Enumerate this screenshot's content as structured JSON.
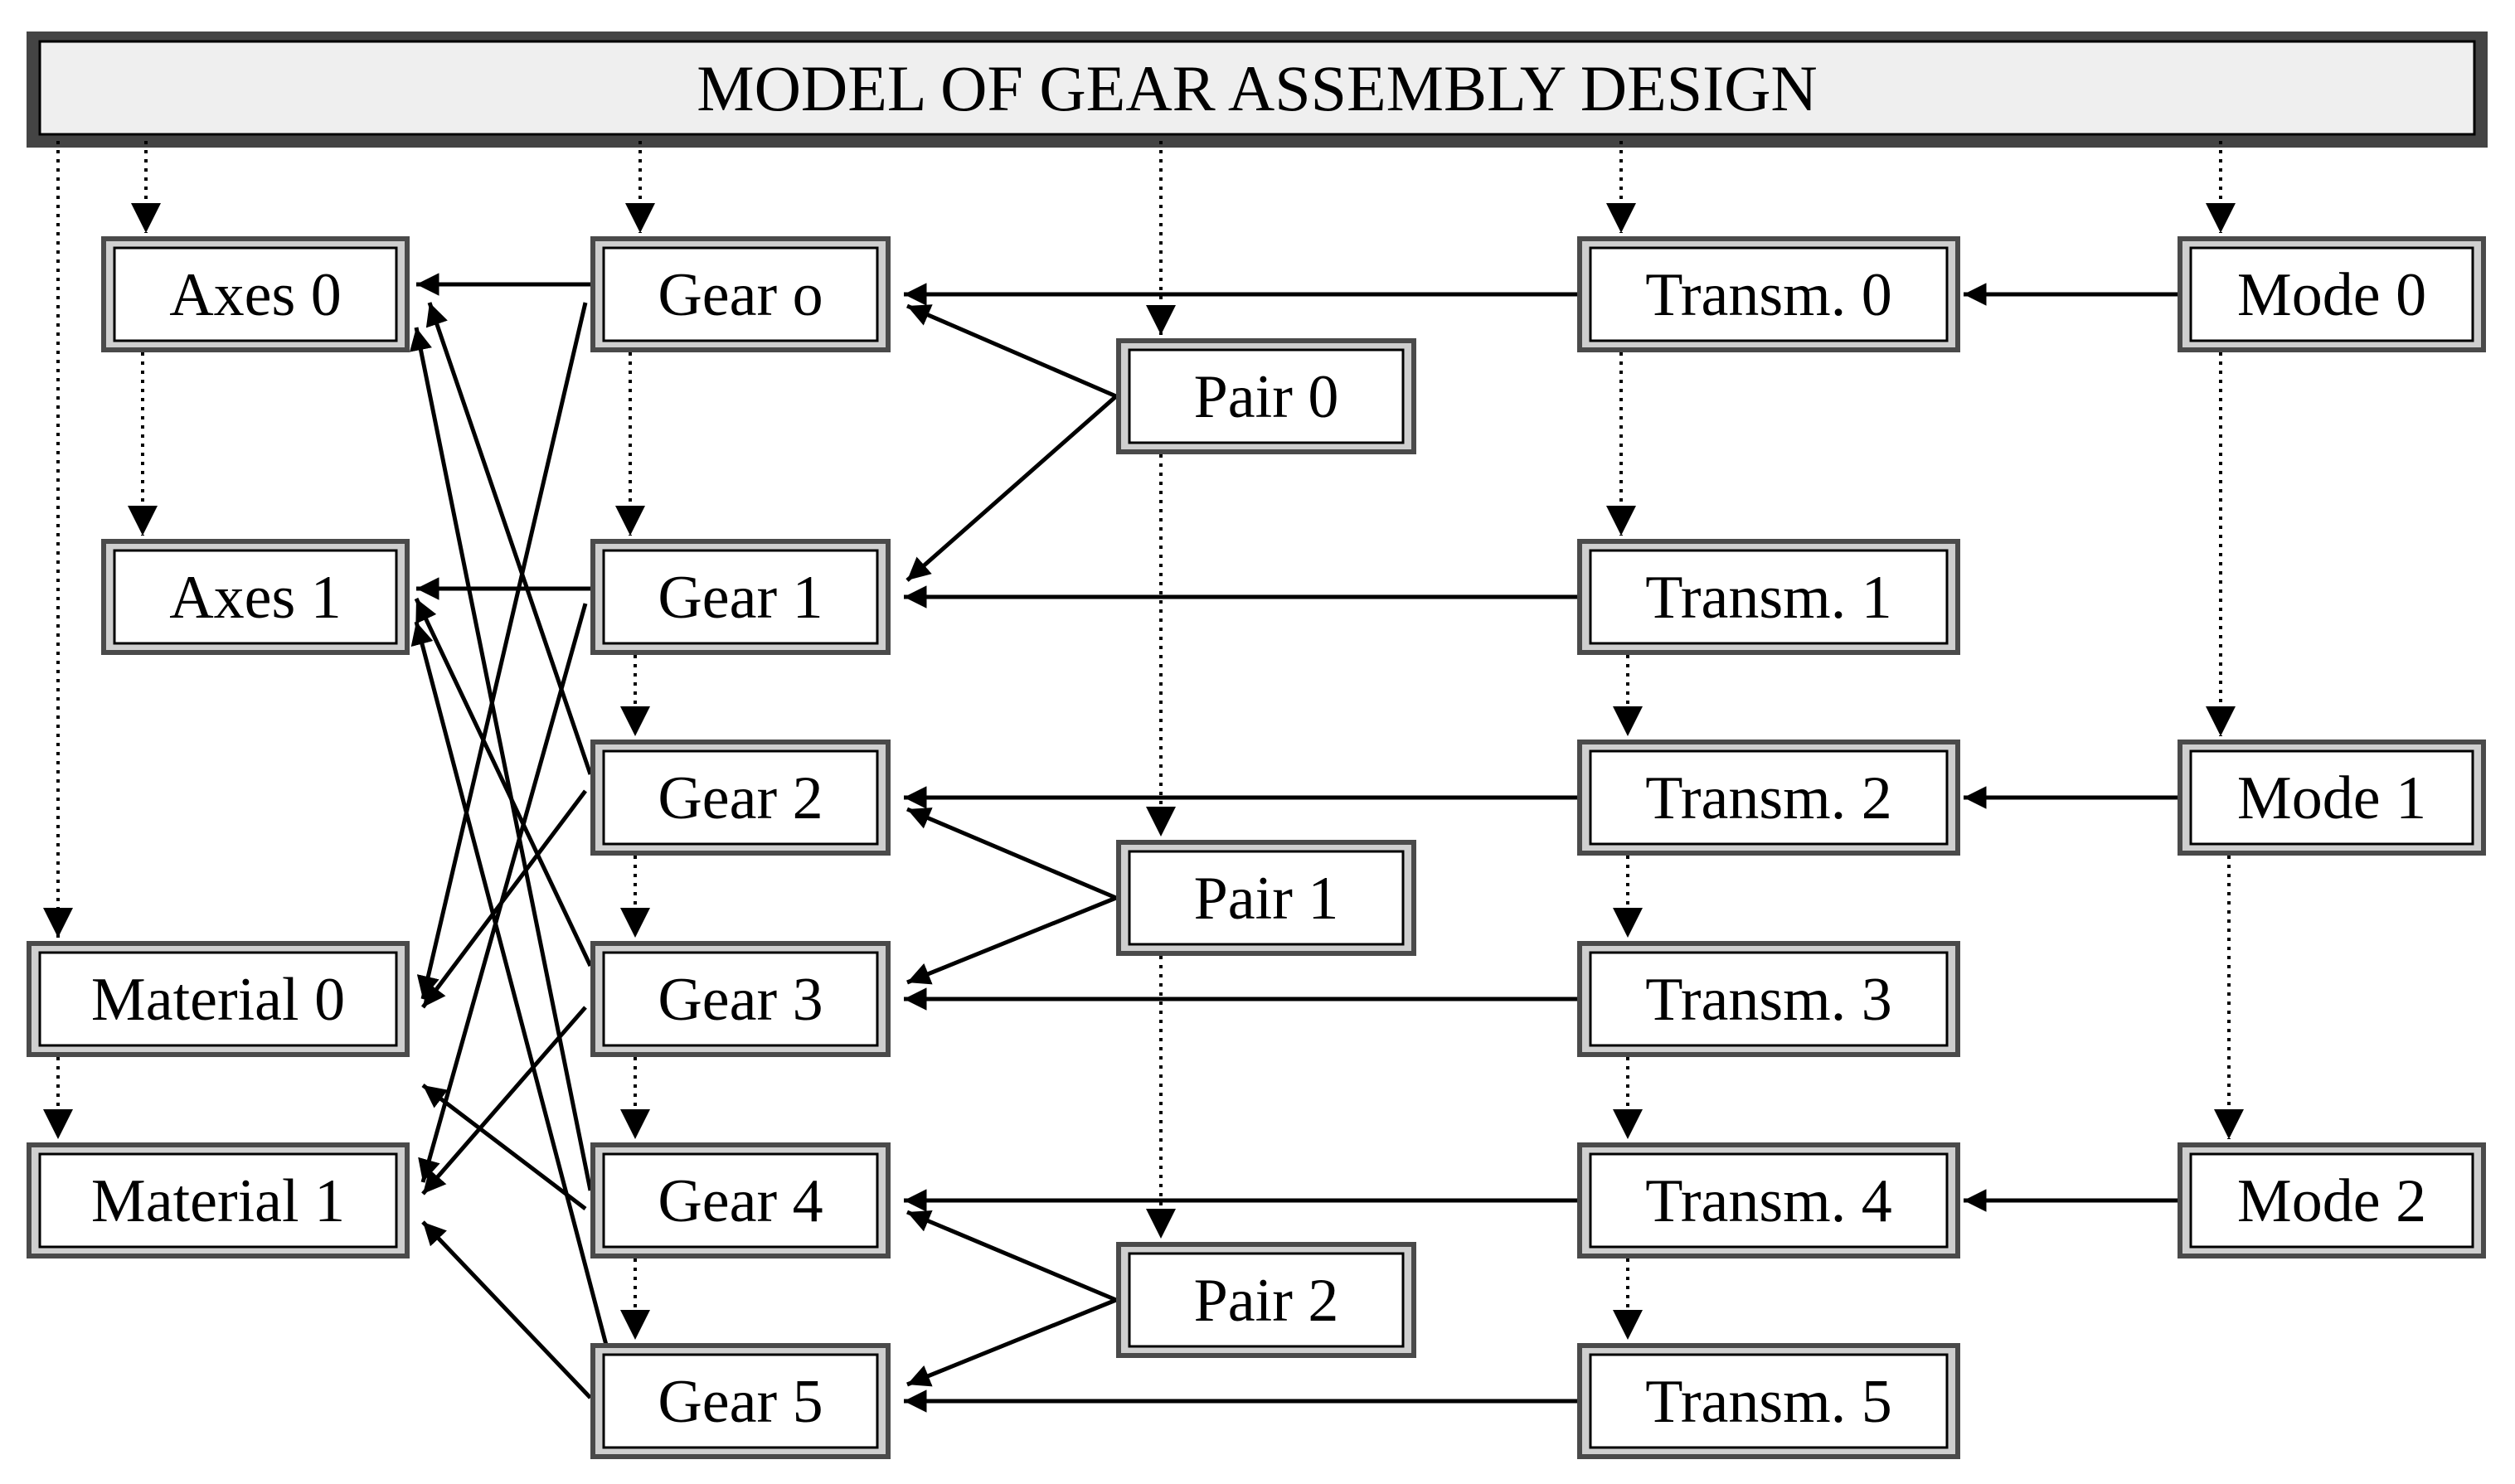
{
  "title": "MODEL OF GEAR ASSEMBLY DESIGN",
  "axes": [
    "Axes 0",
    "Axes 1"
  ],
  "materials": [
    "Material 0",
    "Material 1"
  ],
  "gears": [
    "Gear o",
    "Gear 1",
    "Gear 2",
    "Gear 3",
    "Gear 4",
    "Gear 5"
  ],
  "pairs": [
    "Pair 0",
    "Pair 1",
    "Pair 2"
  ],
  "transmissions": [
    "Transm. 0",
    "Transm. 1",
    "Transm. 2",
    "Transm. 3",
    "Transm. 4",
    "Transm. 5"
  ],
  "modes": [
    "Mode 0",
    "Mode 1",
    "Mode 2"
  ]
}
